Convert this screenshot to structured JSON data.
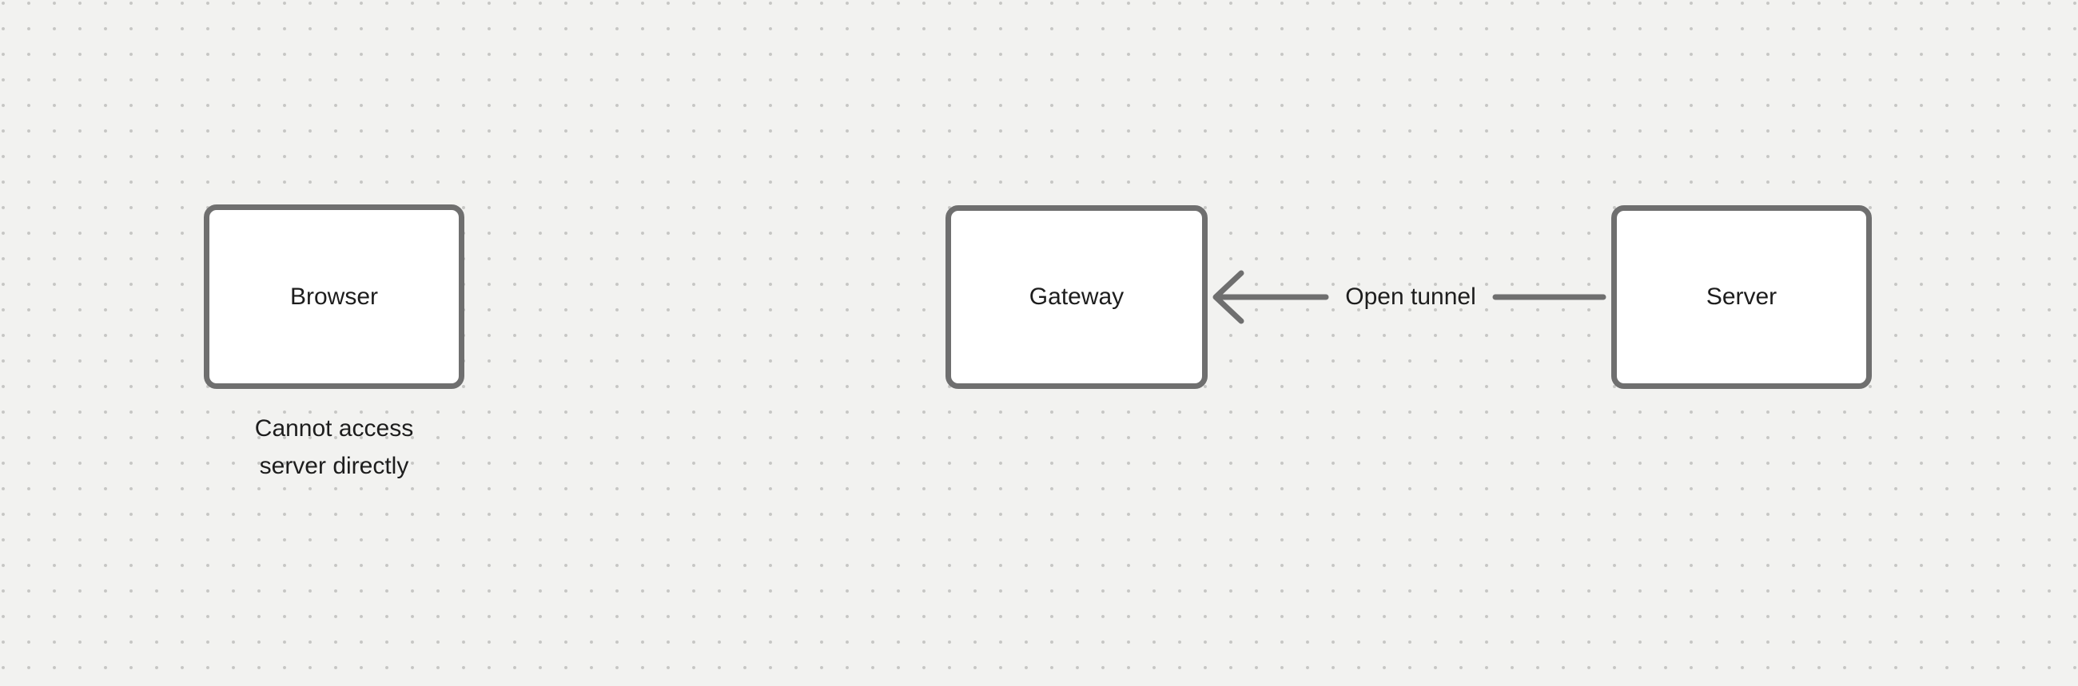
{
  "diagram": {
    "nodes": [
      {
        "id": "browser",
        "label": "Browser"
      },
      {
        "id": "gateway",
        "label": "Gateway"
      },
      {
        "id": "server",
        "label": "Server"
      }
    ],
    "edge": {
      "label": "Open tunnel",
      "from": "Server",
      "to": "Gateway",
      "arrowhead": "left"
    },
    "caption": {
      "line1": "Cannot access",
      "line2": "server directly"
    },
    "colors": {
      "background": "#f2f2f0",
      "grid_dot": "#c6c6c4",
      "shape_stroke": "#6f6f6f",
      "shape_fill": "#ffffff",
      "text": "#1d1d1d"
    }
  }
}
